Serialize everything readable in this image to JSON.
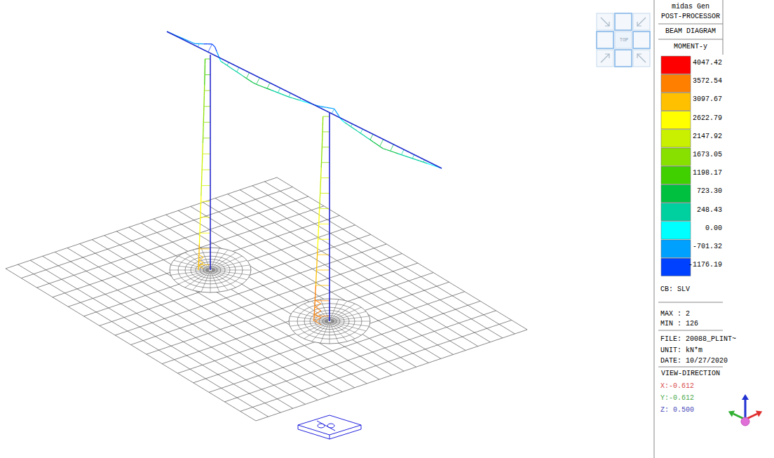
{
  "diagram": {
    "labels": [
      "midas Gen",
      "POST-PROCESSOR",
      "BEAM DIAGRAM",
      "MOMENT-y",
      "CB: SLV",
      "MAX : 2",
      "MIN : 126",
      "FILE: 20088_PLINT~",
      "UNIT: kN*m",
      "DATE: 10/27/2020",
      "VIEW-DIRECTION",
      "X:-0.612",
      "Y:-0.612",
      "Z: 0.500",
      "TOP"
    ],
    "legend": [
      {
        "text": "4047.42",
        "color": "#ff0000"
      },
      {
        "text": "3572.54",
        "color": "#ff8000"
      },
      {
        "text": "3097.67",
        "color": "#ffc000"
      },
      {
        "text": "2622.79",
        "color": "#ffff00"
      },
      {
        "text": "2147.92",
        "color": "#c8f000"
      },
      {
        "text": "1673.05",
        "color": "#88e000"
      },
      {
        "text": "1198.17",
        "color": "#40d000"
      },
      {
        "text": "723.30",
        "color": "#00c040"
      },
      {
        "text": "248.43",
        "color": "#00d0a0"
      },
      {
        "text": "0.00",
        "color": "#00ffff"
      },
      {
        "text": "-701.32",
        "color": "#00a0ff"
      },
      {
        "text": "-1176.19",
        "color": "#0040ff"
      }
    ]
  }
}
